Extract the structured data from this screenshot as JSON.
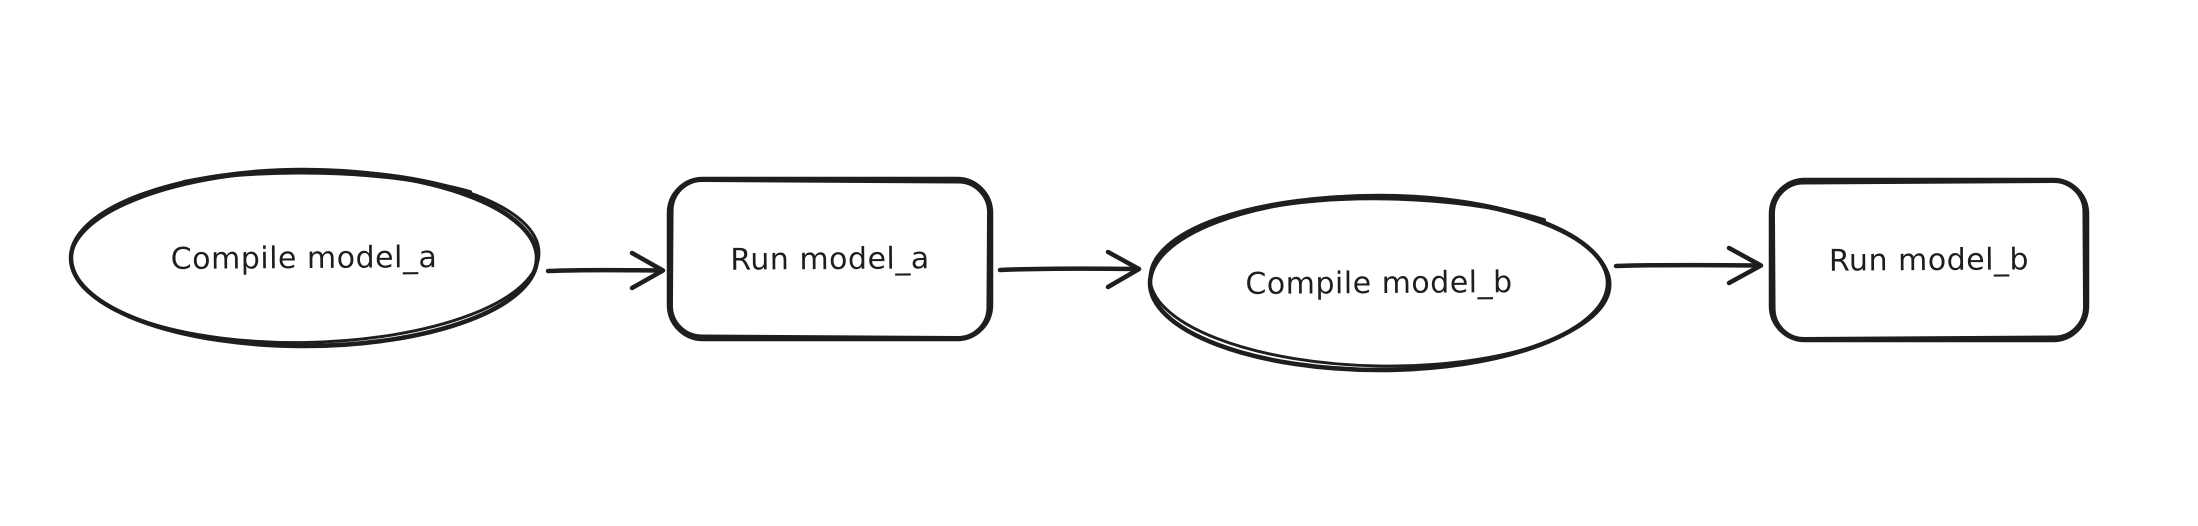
{
  "canvas": {
    "background_color": "#ffffff",
    "stroke_color": "#1e1e1e",
    "style": "hand-drawn"
  },
  "diagram": {
    "type": "flowchart",
    "direction": "left-to-right",
    "nodes": [
      {
        "id": "compile_model_a",
        "shape": "ellipse",
        "label": "Compile model_a"
      },
      {
        "id": "run_model_a",
        "shape": "rounded-rectangle",
        "label": "Run model_a"
      },
      {
        "id": "compile_model_b",
        "shape": "ellipse",
        "label": "Compile model_b"
      },
      {
        "id": "run_model_b",
        "shape": "rounded-rectangle",
        "label": "Run model_b"
      }
    ],
    "edges": [
      {
        "from": "compile_model_a",
        "to": "run_model_a",
        "arrow": "open-arrowhead"
      },
      {
        "from": "run_model_a",
        "to": "compile_model_b",
        "arrow": "open-arrowhead"
      },
      {
        "from": "compile_model_b",
        "to": "run_model_b",
        "arrow": "open-arrowhead"
      }
    ]
  }
}
